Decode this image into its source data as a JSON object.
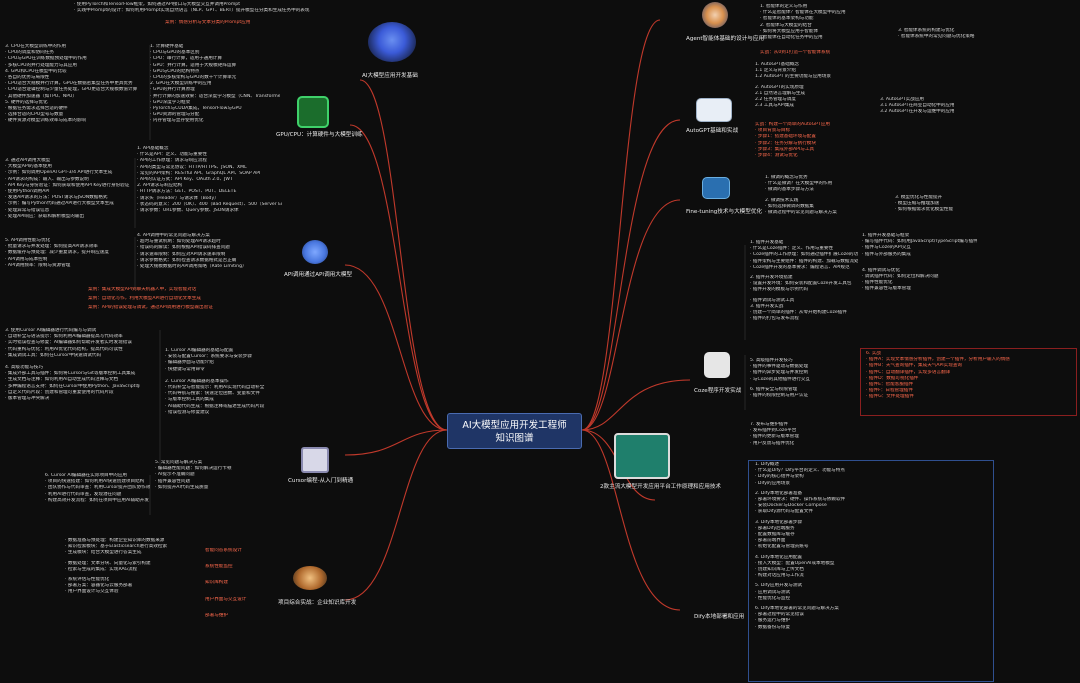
{
  "center": {
    "line1": "AI大模型应用开发工程师",
    "line2": "知识图谱"
  },
  "colors": {
    "background": "#0d0d0d",
    "center_fill": "#1f3566",
    "connector": "#c0392b",
    "highlight": "#ff6a4d"
  },
  "branches": {
    "basics": "AI大模型应用开发基础",
    "gpu": "GPU/CPU：计算硬件与大模型训练",
    "api": "API调用通过API调用大模型",
    "cursor": "Cursor编程-从入门到精通",
    "rag": "项目综合实战：企业知识库开发",
    "agent": "Agent智能体基础的设计与应用",
    "autogpt": "AutoGPT基础和实战",
    "finetune": "Fine-tuning技术与大模型优化",
    "coze": "Coze程序开发实战",
    "platform": "2款主流大模型开发应用平台工作原理和应用技术",
    "dify": "Dify本地部署和应用"
  },
  "left": {
    "top_a": [
      "· 使用PyTorch和TensorFlow框架，如何通过API接口与大模型交互并调用Prompt",
      "· 实践中Prompt的设计：如何利用Prompt实现自然语言（NLP、GPT、BERT）提升模型在分类和生成任务中的表现",
      "案例：情感分析与文本分类的Prompt应用"
    ],
    "gpu_l": [
      "3. CPU在大模型训练中的作用",
      "· CPU的调度和协同任务",
      "· CPU与GPU在训练数据预处理中的作用",
      "· 多核CPU的并行处理能力与其应用",
      "4. GPU和CPU在模型中的比较",
      "· 各自的优势与局限性",
      "· CPU适合大规模并行计算，GPU在数据密集型任务中更具优势",
      "· CPU适合逻辑控制与少量任务处理，GPU更适合大规模数值计算",
      "· 其他硬件加速器（如TPU、NPU）",
      "5. 硬件的选择与优化",
      "· 根据任务需求选择合适的硬件",
      "· 选择合适的CPU型号与数量",
      "· 硬件资源对模型训练效率与成本的影响"
    ],
    "gpu_r": [
      "1. 计算硬件基础",
      "· CPU与GPU的基本区别",
      "· CPU：串行计算，适用于通用计算",
      "· GPU：并行计算，适用于大规模矩阵运算",
      "· GPU与CPU的结构特点",
      "· CPU的多核架构与GPU的数千个计算单元",
      "2. GPU在大模型训练中的应用",
      "· GPU的并行计算原理",
      "· 并行计算的加速效果：适合深度学习模型（CNN、Transformer）",
      "· GPU深度学习框架",
      "· PyTorch与CUDA集成，TensorFlow与GPU",
      "· GPU资源的管理与分配",
      "· 内存管理与显存使用优化"
    ],
    "api_l": [
      "3. 通过API调用大模型",
      "· 大模型API的基本使用",
      "· 示例：如何调用OpenAI GPT-3/4 API进行文本生成",
      "· API请求的构成：输入、输出与参数说明",
      "· API Key与身份验证：如何获取和使用API Key进行身份验证",
      "· 使用Python调用API",
      "· 发送API请求的方法：POST请求与JSON数据格式",
      "· 示例：编写Python代码通过API进行大模型文本生成",
      "· 处理异常与错误信息",
      "· 处理API响应：获取和解析模型的输出"
    ],
    "api_r": [
      "1. API基础概念",
      "· 什么是API：定义、功能与重要性",
      "· API的工作原理：请求与响应流程",
      "· API的类型与常见协议：HTTP/HTTPS、JSON、XML",
      "· 常见的API架构：RESTful API、GraphQL API、SOAP API",
      "· API的认证方式：API Key、OAuth 2.0、JWT",
      "2. API请求与响应结构",
      "· HTTP请求方法：GET、POST、PUT、DELETE",
      "· 请求头（Header）与请求体（Body）",
      "· 状态码的意义：200（OK）、400（Bad Request）、500（Server Error）",
      "· 请求参数：URL参数、Query参数、JSON请求体"
    ],
    "api_l2": [
      "5. API调用性能与优化",
      "· 批量请求与并发处理：如何提高API请求效率",
      "· 数据缓存与预处理：减少重复请求，提升响应速度",
      "· API调用与成本控制",
      "· API调用频率：限制与资源管理"
    ],
    "api_r2": [
      "4. API调用中的常见问题与解决方案",
      "· 超时与重试机制：如何处理API请求超时",
      "· 错误码的解读：如何根据API错误码排查问题",
      "· 请求速率限制：如何应对API请求速率限制",
      "· 请求参数格式：如何检查请求数据格式是否正确",
      "· 处理大规模数据时的API调用策略（Rate Limiting）"
    ],
    "api_notes": [
      "案例：集成大模型API到聊天机器人中，实现智能对话",
      "案例：自动化写作，利用大模型API进行自动化文本生成",
      "案例：API的错误处理与调试，通过API调用进行模型输出验证"
    ],
    "cursor_l": [
      "3. 使用Cursor AI编辑器进行代码编写与调试",
      "· 自动补全与语法提示：如何利用AI编辑器提高写代码效率",
      "· 实时错误检查与修复：AI编辑器如何帮助开发者实时发现错误",
      "· 代码重构与优化：利用AI优化代码结构，提高代码可读性",
      "· 集成调试工具：如何在Cursor中快速调试代码",
      "4. 高级功能与技巧",
      "· 集成外部工具与插件：如何将Cursor与Git等版本控制工具集成",
      "· 生成文档与注释：如何利用AI自动生成代码注释与文档",
      "· 多种编程语言支持：如何在Cursor中使用Python、JavaScript等",
      "· 自定义代码片段：创建和管理可重复使用的代码片段",
      "· 版本管理与冲突解决"
    ],
    "cursor_r": [
      "1. Cursor AI编辑器的基础与配置",
      "· 安装与配置Cursor：系统要求与安装步骤",
      "· 编辑器界面与功能介绍",
      "· 快捷键与常用命令",
      "2. Cursor AI编辑器的基本操作",
      "· 代码补全与智能提示：利用AI实现代码自动补全",
      "· 代码导航与搜索：快速定位函数、变量和文件",
      "· 与版本控制工具的集成",
      "· AI辅助代码生成：根据注释或描述生成代码片段",
      "· 错误检测与修复建议"
    ],
    "cursor_l2": [
      "6. Cursor AI编辑器在实际项目中的应用",
      "· 项目的快速搭建：如何利用AI快速创建项目结构",
      "· 团队协作与代码审查：利用Cursor提升团队协作效率",
      "· 利用AI进行代码审查，发现潜在问题",
      "· 构建高效开发流程：如何在项目中应用AI辅助开发"
    ],
    "cursor_r2": [
      "5. 常见问题与解决方案",
      "· 编辑器性能问题：如何解决运行卡顿",
      "· AI提示不准确问题",
      "· 插件兼容性问题",
      "· 如何提升AI代码生成质量"
    ],
    "rag_l": [
      "· 数据准备与预处理：构建企业知识库的数据来源",
      "· 知识检索模块：基于Elasticsearch进行高效检索",
      "· 生成模块：结合大模型进行答案生成",
      "· 数据处理：文本分块、向量化与索引构建",
      "· 检索与生成的集成：实现RAG流程",
      "· 系统评估与性能优化",
      "· 部署方案：容器化与云服务部署",
      "· 用户界面设计与交互体验"
    ],
    "rag_notes": [
      "智能问答系统设计",
      "系统性能监控",
      "知识库构建",
      "用户界面与交互设计",
      "部署与维护"
    ]
  },
  "right": {
    "agent_l": [
      "1. 智能体的定义与作用",
      "· 什么是智能体？智能体在大模型中的应用",
      "· 智能体的基本架构与功能",
      "2. 智能体与大模型的结合",
      "· 如何将大模型应用于智能体",
      "· 智能体在自动化任务中的应用"
    ],
    "agent_r": [
      "3. 智能体系统的构建与优化",
      "· 智能体系统中的常见问题与优化策略"
    ],
    "agent_note": "实战：从0到1打造一个智能体系统",
    "autogpt_l": [
      "1. AutoGPT基础概念",
      "1.1 定义与背景介绍",
      "1.2 AutoGPT 的主要功能与应用场景",
      "2. AutoGPT的实现原理",
      "2.1 自然语言理解与生成",
      "2.2 任务管理与调度",
      "2.3 工具与API集成"
    ],
    "autogpt_r": [
      "3. AutoGPT实战应用",
      "3.1 AutoGPT在商业自动化中的应用",
      "3.2 AutoGPT在开发与运维中的应用"
    ],
    "autogpt_note": [
      "实战：构建一个简单的AutoGPT应用",
      "· 项目背景与目标",
      "· 步骤1：搭建基础环境与配置",
      "· 步骤2：任务分解与执行模块",
      "· 步骤3：集成外部API与工具",
      "· 步骤4：测试与优化"
    ],
    "ft_l": [
      "1. 微调的概念与优势",
      "· 什么是微调？在大模型中的作用",
      "· 微调的基本步骤与方法",
      "2. 微调技术实践",
      "· 如何选择微调的数据集",
      "· 微调过程中的常见问题与解决方案"
    ],
    "ft_r": [
      "3. 模型优化与性能提升",
      "· 模型压缩与推理加速",
      "· 如何根据需求优化模型性能"
    ],
    "coze_l": [
      "1. 插件开发基础",
      "· 什么是Coze插件：定义、作用与重要性",
      "· Coze插件的工作原理：如何通过插件扩展Coze的功能",
      "· 插件架构与主要组件：插件的构建、加载与数据流处理",
      "· Coze插件开发的基本要求：编程语言、API规范",
      "2. 插件开发环境搭建",
      "· 设置开发环境：如何安装和配置Coze开发工具包",
      "· 插件开发的模板与示例代码",
      "· 插件调试与测试工具",
      "3. 插件开发实战",
      "· 创建一个简单的插件：从零开始构建Coze插件",
      "· 插件的打包与发布流程"
    ],
    "coze_r": [
      "1. 插件开发基础与框架",
      "· 编写插件代码：如何用JavaScript/TypeScript编写插件",
      "· 插件与Coze的API交互",
      "· 插件与外部服务的集成",
      "4. 插件调试与优化",
      "· 调试插件代码：如何定位和解决问题",
      "· 插件性能优化",
      "· 插件兼容性与版本管理"
    ],
    "coze_l2": [
      "5. 高级插件开发技巧",
      "· 插件的事件驱动与数据处理",
      "· 插件的异步处理与并发控制",
      "· 与Coze的其他插件进行交互",
      "6. 插件安全与权限管理",
      "· 插件的权限控制与用户认证"
    ],
    "coze_note": [
      "6. 实战",
      "· 插件A：实现文本情感分析插件，创建一个插件，分析用户输入的情感",
      "· 插件B：天气查询插件，集成天气API实现查询",
      "· 插件C：自动翻译插件，实现多语言翻译",
      "· 插件D：数据可视化插件",
      "· 插件E：智能客服插件",
      "· 插件F：日程管理插件",
      "· 插件G：文件处理插件"
    ],
    "platform_l": [
      "7. 发布与维护插件",
      "· 发布插件到Coze平台",
      "· 插件的更新与版本管理",
      "· 用户反馈与插件优化"
    ],
    "dify_l": [
      "1. Dify概述",
      "· 什么是Dify？Dify平台的定义、功能与特点",
      "· Dify的核心组件与架构",
      "· Dify的应用场景",
      "2. Dify本地化部署准备",
      "· 部署环境要求：硬件、操作系统与依赖软件",
      "· 安装Docker与Docker Compose",
      "· 获取Dify源代码与配置文件",
      "3. Dify本地化部署步骤",
      "· 部署Dify后端服务",
      "· 配置数据库与缓存",
      "· 部署前端界面",
      "· 初始化配置与管理员账号",
      "4. Dify本地化应用配置",
      "· 接入大模型：配置OpenAI或本地模型",
      "· 创建知识库与上传文档",
      "· 构建对话应用与工作流",
      "5. Dify应用开发与测试",
      "· 应用调试与测试",
      "· 性能优化与监控",
      "6. Dify本地化部署的常见问题与解决方案",
      "· 部署过程中的常见错误",
      "· 服务运行与维护",
      "· 数据备份与恢复"
    ]
  }
}
